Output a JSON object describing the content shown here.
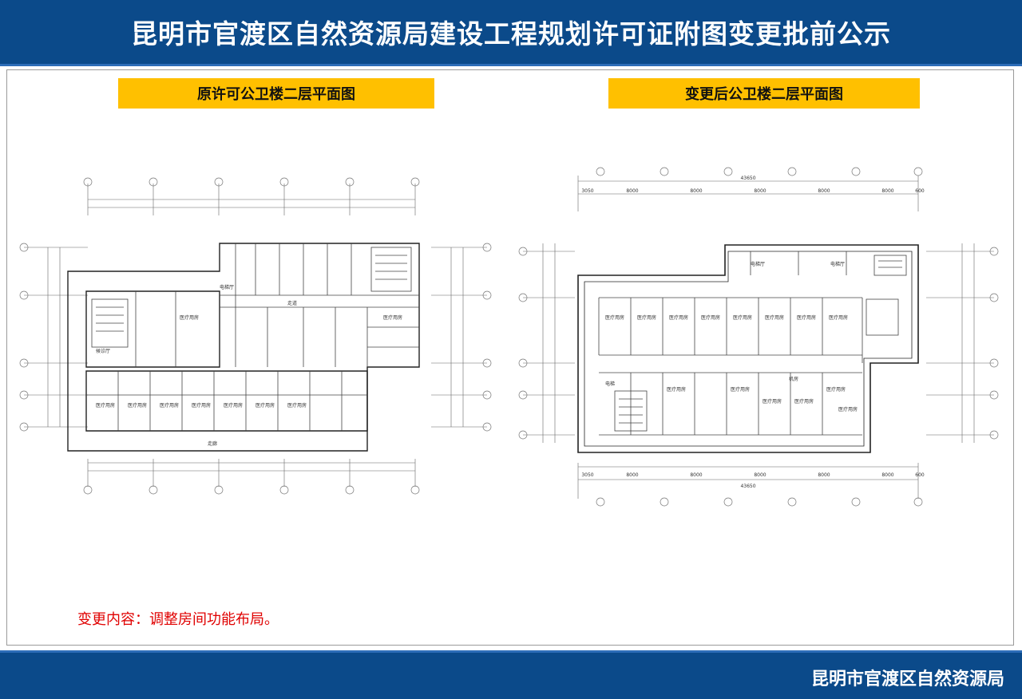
{
  "header": {
    "title": "昆明市官渡区自然资源局建设工程规划许可证附图变更批前公示"
  },
  "panels": {
    "left": {
      "title": "原许可公卫楼二层平面图",
      "room_labels": [
        "医疗用房",
        "医疗用房",
        "医疗用房",
        "医疗用房",
        "医疗用房",
        "医疗用房",
        "医疗用房",
        "医疗用房",
        "医疗用房",
        "走廊",
        "电梯厅",
        "候诊厅",
        "走道"
      ]
    },
    "right": {
      "title": "变更后公卫楼二层平面图",
      "room_labels": [
        "医疗用房",
        "医疗用房",
        "医疗用房",
        "医疗用房",
        "医疗用房",
        "医疗用房",
        "医疗用房",
        "医疗用房",
        "医疗用房",
        "医疗用房",
        "医疗用房",
        "医疗用房",
        "医疗用房",
        "医疗用房",
        "电梯厅",
        "电梯厅",
        "机房",
        "电梯"
      ],
      "dims_top": [
        "3050",
        "8000",
        "8000",
        "8000",
        "8000",
        "8000",
        "600"
      ],
      "dim_total": "43650"
    }
  },
  "note": {
    "text": "变更内容：调整房间功能布局。"
  },
  "footer": {
    "org": "昆明市官渡区自然资源局"
  }
}
